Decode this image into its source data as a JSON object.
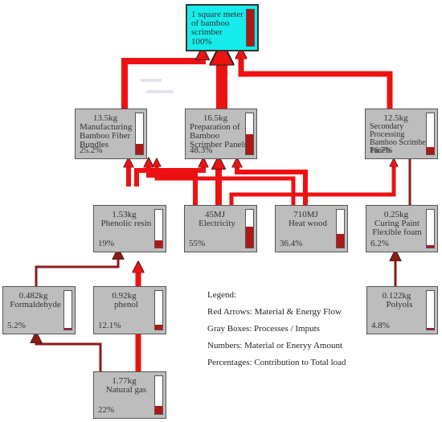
{
  "nodes": [
    {
      "id": "scrimber",
      "quantity": "",
      "name": "1 square meter of bamboo scrimber",
      "percent": "100%",
      "fraction": 1.0
    },
    {
      "id": "fiber",
      "quantity": "13.5kg",
      "name": "Manufacturing Bamboo Fiber Bundles",
      "percent": "25.2%",
      "fraction": 0.252
    },
    {
      "id": "panels",
      "quantity": "16.5kg",
      "name": "Preparation of Bamboo Scrimber Panels",
      "percent": "48.3%",
      "fraction": 0.483
    },
    {
      "id": "secondary",
      "quantity": "12.5kg",
      "name": "Secondary Processing Bamboo Scrimber Panels",
      "percent": "16.7%",
      "fraction": 0.167
    },
    {
      "id": "phenolic",
      "quantity": "1.53kg",
      "name": "Phenolic resin",
      "percent": "19%",
      "fraction": 0.19
    },
    {
      "id": "electricity",
      "quantity": "45MJ",
      "name": "Electricity",
      "percent": "55%",
      "fraction": 0.55
    },
    {
      "id": "heatwood",
      "quantity": "710MJ",
      "name": "Heat wood",
      "percent": "36.4%",
      "fraction": 0.364
    },
    {
      "id": "curing",
      "quantity": "0.25kg",
      "name": "Curing Paint Flexible foam",
      "percent": "6.2%",
      "fraction": 0.062
    },
    {
      "id": "formaldehyde",
      "quantity": "0.482kg",
      "name": "Formaldehyde",
      "percent": "5.2%",
      "fraction": 0.052
    },
    {
      "id": "phenol",
      "quantity": "0.92kg",
      "name": "phenol",
      "percent": "12.1%",
      "fraction": 0.121
    },
    {
      "id": "polyols",
      "quantity": "0.122kg",
      "name": "Polyols",
      "percent": "4.8%",
      "fraction": 0.048
    },
    {
      "id": "natgas",
      "quantity": "1.77kg",
      "name": "Natural gas",
      "percent": "22%",
      "fraction": 0.22
    }
  ],
  "legend": {
    "title": "Legend:",
    "items": [
      "Red Arrows: Material & Energy Flow",
      "Gray Boxes: Processes / Imputs",
      "Numbers: Material or Eneryy Amount",
      "Percentages: Contribution to Total load"
    ]
  },
  "colors": {
    "flow": "#ee1111",
    "flow_thin": "#8b1a1a",
    "box": "#bdbdbd",
    "top_box": "#16ecec",
    "bar_fill": "#b01818"
  }
}
